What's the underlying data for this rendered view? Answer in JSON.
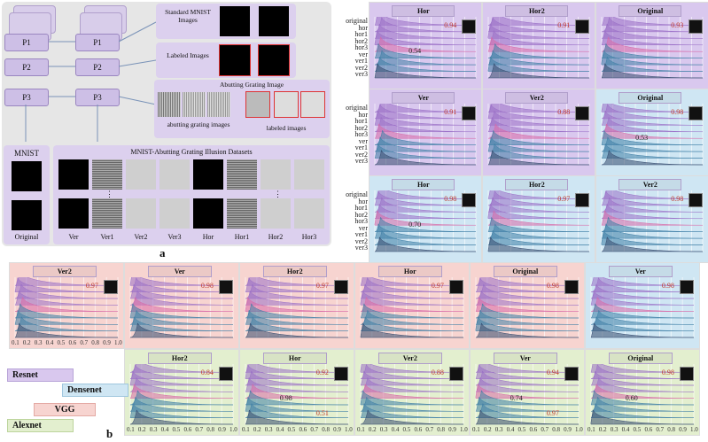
{
  "panel_a_label": "a",
  "panel_b_label": "b",
  "pipeline": {
    "left_stack": [
      "P1",
      "P2",
      "P3"
    ],
    "right_stack": [
      "P1",
      "P2",
      "P3"
    ],
    "standard": "Standard MNIST Images",
    "labeled": "Labeled Images",
    "abutting_header": "Abutting Grating Image",
    "abutting_caption": "abutting grating images",
    "labeled_caption": "labeled images",
    "mnist_title": "MNIST",
    "original_label": "Original",
    "dataset_title": "MNIST-Abutting Grating Illusion Datasets",
    "columns": [
      "Ver",
      "Ver1",
      "Ver2",
      "Ver3",
      "Hor",
      "Hor1",
      "Hor2",
      "Hor3"
    ],
    "ellipsis": "⋮"
  },
  "row_labels": [
    "original",
    "hor",
    "hor1",
    "hor2",
    "hor3",
    "ver",
    "ver1",
    "ver2",
    "ver3"
  ],
  "x_ticks": [
    "0.1",
    "0.2",
    "0.3",
    "0.4",
    "0.5",
    "0.6",
    "0.7",
    "0.8",
    "0.9",
    "1.0"
  ],
  "top_panels": [
    {
      "title": "Hor",
      "value": "0.94",
      "value2": "0.54",
      "value3": "",
      "model": "resnet"
    },
    {
      "title": "Hor2",
      "value": "0.91",
      "value2": "",
      "value3": "",
      "model": "resnet"
    },
    {
      "title": "Original",
      "value": "0.93",
      "value2": "",
      "value3": "",
      "model": "resnet"
    },
    {
      "title": "Ver",
      "value": "0.91",
      "value2": "",
      "value3": "",
      "model": "resnet"
    },
    {
      "title": "Ver2",
      "value": "0.88",
      "value2": "",
      "value3": "",
      "model": "resnet"
    },
    {
      "title": "Original",
      "value": "0.98",
      "value2": "0.53",
      "value3": "",
      "model": "densenet"
    },
    {
      "title": "Hor",
      "value": "0.98",
      "value2": "0.70",
      "value3": "",
      "model": "densenet"
    },
    {
      "title": "Hor2",
      "value": "0.97",
      "value2": "",
      "value3": "",
      "model": "densenet"
    },
    {
      "title": "Ver2",
      "value": "0.98",
      "value2": "",
      "value3": "",
      "model": "densenet"
    }
  ],
  "bottom_panels": [
    {
      "title": "Ver2",
      "value": "0.97",
      "value2": "",
      "model": "vgg"
    },
    {
      "title": "Ver",
      "value": "0.98",
      "value2": "",
      "model": "vgg"
    },
    {
      "title": "Hor2",
      "value": "0.97",
      "value2": "",
      "model": "vgg"
    },
    {
      "title": "Hor",
      "value": "0.97",
      "value2": "",
      "model": "vgg"
    },
    {
      "title": "Original",
      "value": "0.98",
      "value2": "",
      "model": "vgg"
    },
    {
      "title": "Ver",
      "value": "0.98",
      "value2": "",
      "model": "densenet"
    },
    {
      "title": "Hor2",
      "value": "0.84",
      "value2": "",
      "model": "alexnet"
    },
    {
      "title": "Hor",
      "value": "0.92",
      "value2": "0.98",
      "value3": "0.51",
      "model": "alexnet"
    },
    {
      "title": "Ver2",
      "value": "0.88",
      "value2": "",
      "model": "alexnet"
    },
    {
      "title": "Ver",
      "value": "0.94",
      "value2": "0.74",
      "value3": "0.97",
      "model": "alexnet"
    },
    {
      "title": "Original",
      "value": "0.98",
      "value2": "0.60",
      "model": "alexnet"
    }
  ],
  "legend": [
    "Resnet",
    "Densenet",
    "VGG",
    "Alexnet"
  ],
  "colors": {
    "resnet": "#d9c8ee",
    "densenet": "#cfe6f3",
    "vgg": "#f7d4d0",
    "alexnet": "#e3efcf",
    "purple": "#9a6fc7",
    "teal": "#3f7fa6",
    "green": "#5f9a4e",
    "pink": "#d86aa8",
    "navy": "#354a6e"
  }
}
